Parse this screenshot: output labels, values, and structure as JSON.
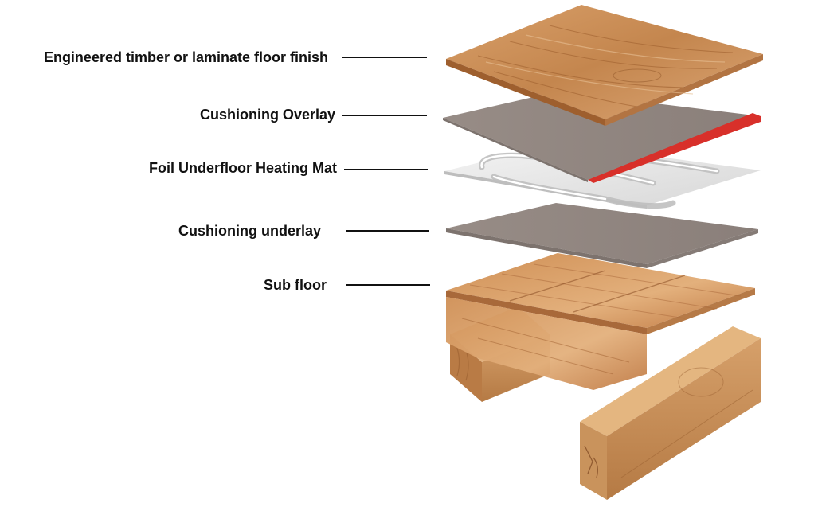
{
  "labels": {
    "floor_finish": "Engineered timber or laminate floor finish",
    "overlay": "Cushioning Overlay",
    "heating_mat": "Foil Underfloor Heating Mat",
    "underlay": "Cushioning underlay",
    "sub_floor": "Sub floor"
  },
  "colors": {
    "timber": "#c98a52",
    "membrane": "#8f8580",
    "foil": "#e9e9e9",
    "red_strip": "#d8302a",
    "joist": "#c2894f"
  }
}
